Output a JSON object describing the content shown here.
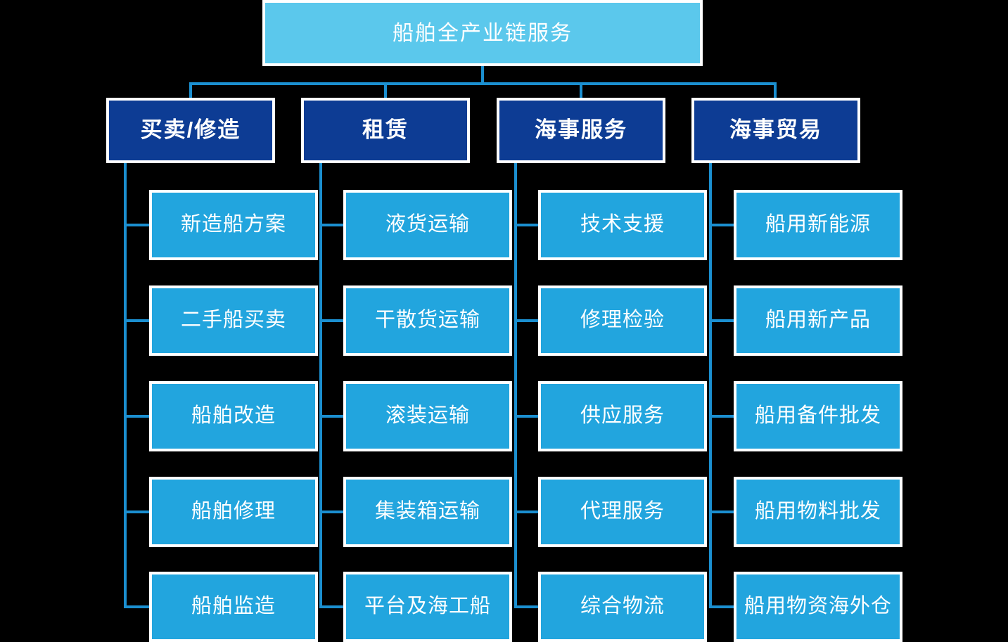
{
  "diagram": {
    "title": "船舶全产业链服务",
    "type": "organizational-tree",
    "colors": {
      "background": "#000000",
      "root_fill": "#5BC8EC",
      "branch_fill": "#0D3C94",
      "leaf_fill": "#22A5DE",
      "connector": "#1B8FD0",
      "border": "#FFFFFF",
      "text": "#FFFFFF"
    },
    "root": {
      "label": "船舶全产业链服务"
    },
    "branches": [
      {
        "label": "买卖/修造",
        "children": [
          {
            "label": "新造船方案"
          },
          {
            "label": "二手船买卖"
          },
          {
            "label": "船舶改造"
          },
          {
            "label": "船舶修理"
          },
          {
            "label": "船舶监造"
          }
        ]
      },
      {
        "label": "租赁",
        "children": [
          {
            "label": "液货运输"
          },
          {
            "label": "干散货运输"
          },
          {
            "label": "滚装运输"
          },
          {
            "label": "集装箱运输"
          },
          {
            "label": "平台及海工船"
          }
        ]
      },
      {
        "label": "海事服务",
        "children": [
          {
            "label": "技术支援"
          },
          {
            "label": "修理检验"
          },
          {
            "label": "供应服务"
          },
          {
            "label": "代理服务"
          },
          {
            "label": "综合物流"
          }
        ]
      },
      {
        "label": "海事贸易",
        "children": [
          {
            "label": "船用新能源"
          },
          {
            "label": "船用新产品"
          },
          {
            "label": "船用备件批发"
          },
          {
            "label": "船用物料批发"
          },
          {
            "label": "船用物资海外仓"
          }
        ]
      }
    ]
  }
}
